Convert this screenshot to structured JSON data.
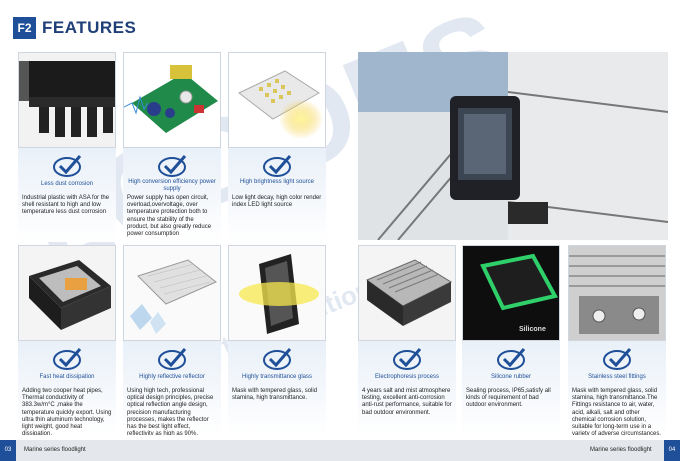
{
  "header": {
    "badge": "F2",
    "title": "FEATURES"
  },
  "watermark": {
    "brand": "LCDOES",
    "tagline": "Expert of Ambitious..."
  },
  "cards": [
    {
      "caption": "Less dust corrosion",
      "description": "Industrial plastic with ASA for the shell resistant to high and low temperature less dust corrosion"
    },
    {
      "caption": "High conversion efficiency power supply",
      "description": "Power supply has open circuit, overload,overvoltage, over temperature protection both to ensure the stability of the product, but also greatly reduce power consumption"
    },
    {
      "caption": "High brightness light source",
      "description": "Low light decay, high color render index LED light source"
    },
    {
      "caption": "Fast heat dissipation",
      "description": "Adding two cooper heat pipes, Thermal conductivity of 383.3w/m°C ,make the temperature quickly export. Using ultra thin aluminum technology, light weight, good heat dissipation."
    },
    {
      "caption": "Highly reflective reflector",
      "description": "Using high tech, professional optical design principles, precise optical reflection angle design, precision manufacturing processes, makes the reflector has the best light effect, reflectivity as high as 90%."
    },
    {
      "caption": "Highly transmittance glass",
      "description": "Mask with tempered glass, solid stamina, high transmittance."
    },
    {
      "caption": "Electrophoresis process",
      "description": "4 years salt and mist atmosphere testing, excellent anti-corrosion anti-rust performance, suitable for bad outdoor environment."
    },
    {
      "caption": "Silicone rubber",
      "description": "Sealing process, IP65,satisfy all kinds of requirement of bad outdoor environment."
    },
    {
      "caption": "Stainless steel fittings",
      "description": "Mask with tempered glass, solid stamina, high transmittance.The Fittings resistance to air, water, acid, alkali, salt and other chemical corrosion solution, suitable for long-term use in a variety of adverse circumstances."
    }
  ],
  "silicone_label": "Silicone",
  "footer": {
    "left_page": "03",
    "left_label": "Marine series floodlight",
    "right_page": "04",
    "right_label": "Marine series floodlight"
  },
  "colors": {
    "brand_blue": "#1e4f98",
    "accent_green": "#2fd06a"
  }
}
